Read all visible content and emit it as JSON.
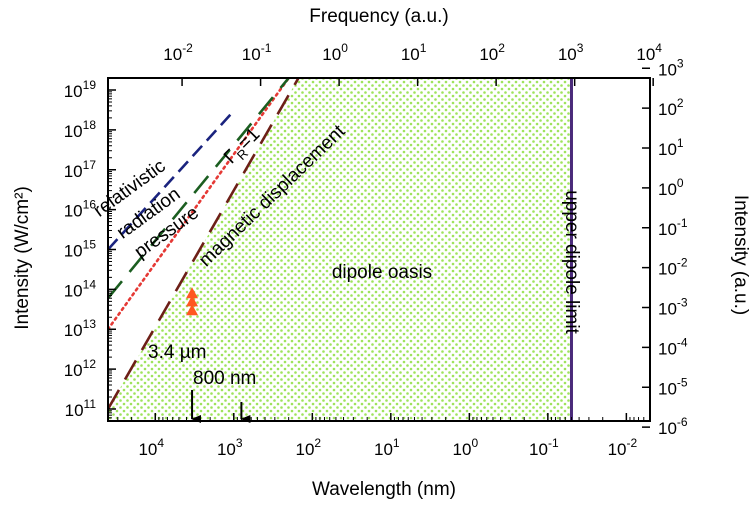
{
  "chart_data": {
    "type": "area",
    "xlabel": "Wavelength (nm)",
    "ylabel": "Intensity (W/cm²)",
    "x2label": "Frequency (a.u.)",
    "y2label": "Intensity (a.u.)",
    "x_scale": "log-reversed",
    "y_scale": "log",
    "xlim": [
      40000,
      0.005
    ],
    "ylim": [
      50000000000,
      20000000000000000000
    ],
    "x_ticks": [
      {
        "base": "10",
        "exp": "4",
        "value": 10000
      },
      {
        "base": "10",
        "exp": "3",
        "value": 1000
      },
      {
        "base": "10",
        "exp": "2",
        "value": 100
      },
      {
        "base": "10",
        "exp": "1",
        "value": 10
      },
      {
        "base": "10",
        "exp": "0",
        "value": 1
      },
      {
        "base": "10",
        "exp": "-1",
        "value": 0.1
      },
      {
        "base": "10",
        "exp": "-2",
        "value": 0.01
      }
    ],
    "y_ticks": [
      {
        "base": "10",
        "exp": "11",
        "value": 100000000000
      },
      {
        "base": "10",
        "exp": "12",
        "value": 1000000000000
      },
      {
        "base": "10",
        "exp": "13",
        "value": 10000000000000
      },
      {
        "base": "10",
        "exp": "14",
        "value": 100000000000000
      },
      {
        "base": "10",
        "exp": "15",
        "value": 1000000000000000
      },
      {
        "base": "10",
        "exp": "16",
        "value": 10000000000000000
      },
      {
        "base": "10",
        "exp": "17",
        "value": 100000000000000000
      },
      {
        "base": "10",
        "exp": "18",
        "value": 1000000000000000000
      },
      {
        "base": "10",
        "exp": "19",
        "value": 10000000000000000000
      }
    ],
    "x2_ticks": [
      {
        "base": "10",
        "exp": "-2",
        "freq": 0.01
      },
      {
        "base": "10",
        "exp": "-1",
        "freq": 0.1
      },
      {
        "base": "10",
        "exp": "0",
        "freq": 1
      },
      {
        "base": "10",
        "exp": "1",
        "freq": 10
      },
      {
        "base": "10",
        "exp": "2",
        "freq": 100
      },
      {
        "base": "10",
        "exp": "3",
        "freq": 1000
      },
      {
        "base": "10",
        "exp": "4",
        "freq": 10000
      }
    ],
    "y2_ticks": [
      {
        "base": "10",
        "exp": "3",
        "au": 1000
      },
      {
        "base": "10",
        "exp": "2",
        "au": 100
      },
      {
        "base": "10",
        "exp": "1",
        "au": 10
      },
      {
        "base": "10",
        "exp": "0",
        "au": 1
      },
      {
        "base": "10",
        "exp": "-1",
        "au": 0.1
      },
      {
        "base": "10",
        "exp": "-2",
        "au": 0.01
      },
      {
        "base": "10",
        "exp": "-3",
        "au": 0.001
      },
      {
        "base": "10",
        "exp": "-4",
        "au": 0.0001
      },
      {
        "base": "10",
        "exp": "-5",
        "au": 1e-05
      },
      {
        "base": "10",
        "exp": "-6",
        "au": 1e-06
      }
    ],
    "series": [
      {
        "label": "relativistic",
        "style": "dashed",
        "color": "#1a237e",
        "points": [
          [
            40000,
            1000000000000000
          ],
          [
            1000,
            3000000000000000000
          ]
        ]
      },
      {
        "label": "ΓR=1",
        "style": "dotted",
        "color": "#e53935",
        "points": [
          [
            40000,
            10000000000000
          ],
          [
            200,
            20000000000000000000
          ]
        ]
      },
      {
        "label": "radiation pressure",
        "style": "long-dash",
        "color": "#1b5e20",
        "points": [
          [
            40000,
            60000000000000
          ],
          [
            200,
            20000000000000000000
          ]
        ]
      },
      {
        "label": "magnetic displacement",
        "style": "long-dash",
        "color": "#6d1f17",
        "points": [
          [
            40000,
            100000000000
          ],
          [
            150,
            20000000000000000000
          ]
        ]
      },
      {
        "label": "upper dipole limit",
        "style": "solid",
        "color": "#4a2a7a",
        "points": [
          [
            0.05,
            50000000000
          ],
          [
            0.05,
            20000000000000000000
          ]
        ]
      }
    ],
    "region": {
      "label": "dipole oasis",
      "fill": "#9ee35c"
    },
    "markers": [
      {
        "color": "#ff5722",
        "points": [
          [
            3400,
            30000000000000
          ],
          [
            3400,
            50000000000000
          ],
          [
            3400,
            80000000000000
          ]
        ]
      }
    ],
    "annotations": [
      {
        "text": "relativistic"
      },
      {
        "text": "radiation"
      },
      {
        "text": "pressure"
      },
      {
        "text": "magnetic displacement"
      },
      {
        "text": "dipole oasis"
      },
      {
        "text": "upper dipole limit"
      },
      {
        "text_main": "Γ",
        "text_sub": "R",
        "text_tail": "=1"
      }
    ],
    "arrows": [
      {
        "text": "3.4 µm",
        "x": 3400,
        "y_from": 300000000000,
        "y_to": 50000000000
      },
      {
        "text": "800 nm",
        "x": 800,
        "y_from": 150000000000,
        "y_to": 50000000000
      }
    ]
  }
}
